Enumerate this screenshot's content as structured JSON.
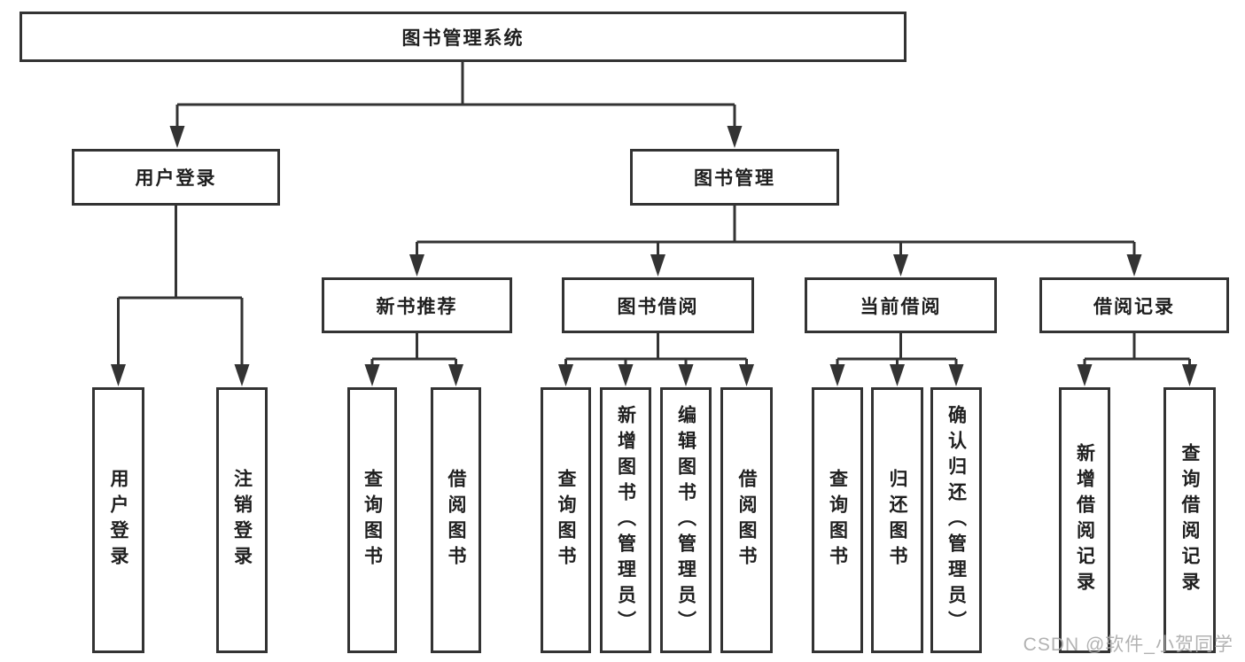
{
  "diagram": {
    "root": {
      "label": "图书管理系统"
    },
    "level2": [
      {
        "label": "用户登录",
        "leaves": [
          {
            "label": "用户登录"
          },
          {
            "label": "注销登录"
          }
        ]
      },
      {
        "label": "图书管理",
        "modules": [
          {
            "label": "新书推荐",
            "leaves": [
              {
                "label": "查询图书"
              },
              {
                "label": "借阅图书"
              }
            ]
          },
          {
            "label": "图书借阅",
            "leaves": [
              {
                "label": "查询图书"
              },
              {
                "label": "新增图书（管理员）"
              },
              {
                "label": "编辑图书（管理员）"
              },
              {
                "label": "借阅图书"
              }
            ]
          },
          {
            "label": "当前借阅",
            "leaves": [
              {
                "label": "查询图书"
              },
              {
                "label": "归还图书"
              },
              {
                "label": "确认归还（管理员）"
              }
            ]
          },
          {
            "label": "借阅记录",
            "leaves": [
              {
                "label": "新增借阅记录"
              },
              {
                "label": "查询借阅记录"
              }
            ]
          }
        ]
      }
    ]
  },
  "watermark": {
    "text": "CSDN @软件_小贺同学"
  },
  "colors": {
    "line": "#333333",
    "text": "#1f1f1f",
    "watermark": "#aaaaaa",
    "background": "#ffffff"
  }
}
